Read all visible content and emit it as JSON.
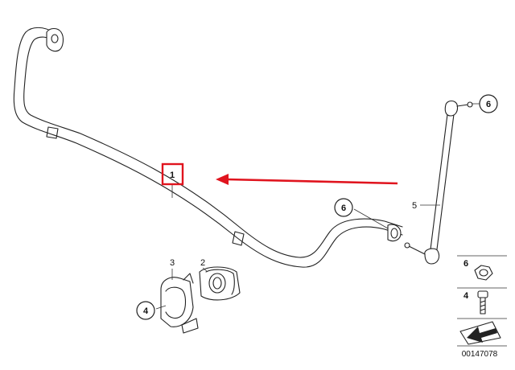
{
  "parts": {
    "p1": "1",
    "p2": "2",
    "p3": "3",
    "p4": "4",
    "p5": "5",
    "p6_upper": "6",
    "p6_lower": "6"
  },
  "legend": {
    "item_6": "6",
    "item_4": "4"
  },
  "ref_number": "00147078",
  "colors": {
    "highlight": "#e0141e",
    "line": "#222222"
  }
}
